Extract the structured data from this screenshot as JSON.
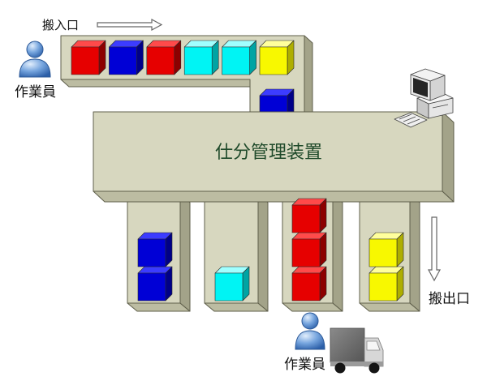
{
  "inlet": {
    "label": "搬入口",
    "arrow_icon": "arrow-right-icon"
  },
  "outlet": {
    "label": "搬出口",
    "arrow_icon": "arrow-down-icon"
  },
  "workers": [
    {
      "label": "作業員",
      "icon": "person-icon"
    },
    {
      "label": "作業員",
      "icon": "person-icon"
    }
  ],
  "device": {
    "label": "仕分管理装置"
  },
  "terminal": {
    "icon": "computer-icon"
  },
  "transport": {
    "icon": "truck-icon"
  },
  "conveyor": {
    "incoming_items": [
      "red",
      "blue",
      "red",
      "cyan",
      "cyan",
      "yellow"
    ],
    "feeding_items": [
      "blue"
    ]
  },
  "chutes": [
    {
      "items": [
        "blue",
        "blue"
      ]
    },
    {
      "items": [
        "cyan"
      ]
    },
    {
      "items": [
        "red",
        "red",
        "red"
      ]
    },
    {
      "items": [
        "yellow",
        "yellow"
      ]
    }
  ],
  "item_colors": {
    "red": {
      "front": "#e60000",
      "top": "#ff4a4a",
      "side": "#8c0000"
    },
    "blue": {
      "front": "#0000d6",
      "top": "#3c3cff",
      "side": "#000088"
    },
    "cyan": {
      "front": "#00f4f4",
      "top": "#a0ffff",
      "side": "#00a4a4"
    },
    "yellow": {
      "front": "#f8f800",
      "top": "#ffff9c",
      "side": "#aeae00"
    }
  }
}
